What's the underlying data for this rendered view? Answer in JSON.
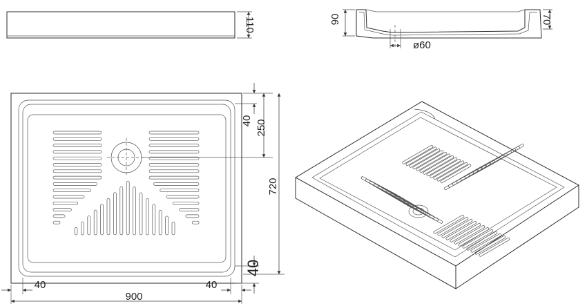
{
  "dimensions": {
    "top_height": "110",
    "profile_height": "90",
    "profile_inner": "70",
    "drain_diameter": "ø60",
    "edge_top": "40",
    "drain_offset": "250",
    "depth": "720",
    "edge_bottom": "40",
    "edge_left": "40",
    "edge_right": "40",
    "width": "900"
  }
}
